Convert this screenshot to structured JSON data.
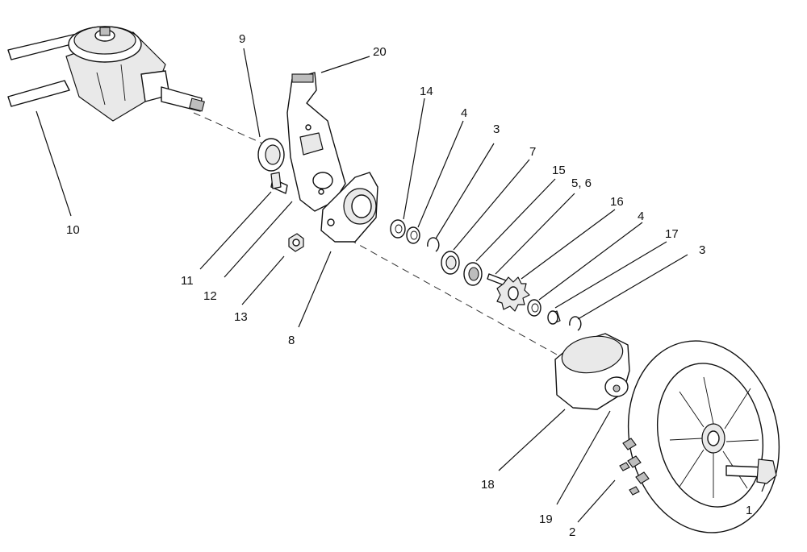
{
  "callouts": {
    "c1": "1",
    "c2": "2",
    "c3a": "3",
    "c3b": "3",
    "c4a": "4",
    "c4b": "4",
    "c56": "5, 6",
    "c7": "7",
    "c8": "8",
    "c9": "9",
    "c10": "10",
    "c11": "11",
    "c12": "12",
    "c13": "13",
    "c14": "14",
    "c15": "15",
    "c16": "16",
    "c17": "17",
    "c18": "18",
    "c19": "19",
    "c20": "20"
  },
  "colors": {
    "line": "#111111",
    "background": "#ffffff",
    "shade_light": "#e9e9e9",
    "shade_dark": "#bdbdbd"
  }
}
